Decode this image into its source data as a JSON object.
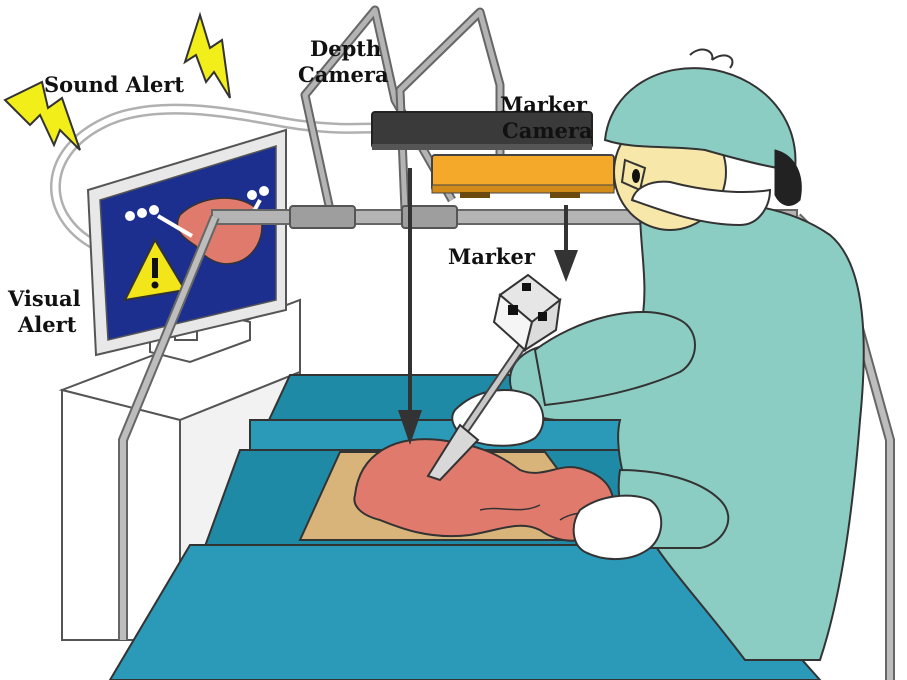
{
  "labels": {
    "sound_alert": "Sound Alert",
    "depth_camera_line1": "Depth",
    "depth_camera_line2": "Camera",
    "marker_camera_line1": "Marker",
    "marker_camera_line2": "Camera",
    "marker": "Marker",
    "visual_alert_line1": "Visual",
    "visual_alert_line2": "Alert"
  },
  "colors": {
    "drape": "#1f8aa6",
    "drape_light": "#2a9ab8",
    "gown": "#8ccdc3",
    "organ": "#e07a6c",
    "skin_pad": "#d9b47a",
    "marker_camera": "#f4a92a",
    "depth_camera": "#3a3a3a",
    "screen": "#1c2f8f",
    "frame": "#a9a9a9",
    "lightning": "#f2ee1a",
    "warning": "#f2e51a"
  },
  "icons": [
    "lightning-icon",
    "warning-icon",
    "marker-cube-icon"
  ]
}
